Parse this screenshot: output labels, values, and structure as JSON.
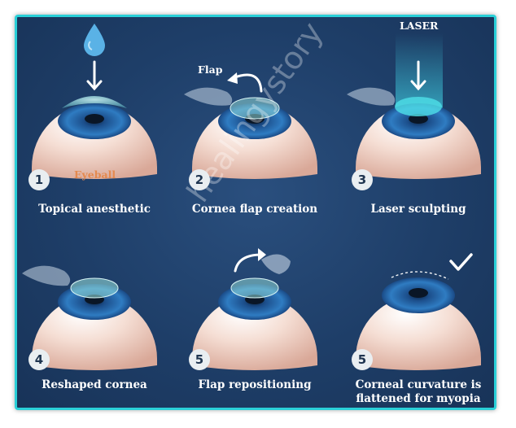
{
  "steps": [
    {
      "number": "1",
      "caption": "Topical anesthetic"
    },
    {
      "number": "2",
      "caption": "Cornea flap creation"
    },
    {
      "number": "3",
      "caption": "Laser sculpting"
    },
    {
      "number": "4",
      "caption": "Reshaped cornea"
    },
    {
      "number": "5",
      "caption": "Flap repositioning"
    },
    {
      "number": "5",
      "caption_line1": "Corneal curvature is",
      "caption_line2": "flattened for myopia"
    }
  ],
  "labels": {
    "eyeball": "Eyeball",
    "flap": "Flap",
    "laser": "LASER"
  },
  "watermark": "healingystory",
  "colors": {
    "background": "#1e3e68",
    "border": "#2ad0d8",
    "eyeball": "#f1d2c6",
    "iris": "#2a6fb5",
    "cornea": "#7fd8d6",
    "laser": "#3fd2e4",
    "eyeball_label": "#e58a4f"
  },
  "icons": [
    "drop-icon",
    "down-arrow-icon",
    "curved-arrow-icon",
    "checkmark-icon"
  ]
}
